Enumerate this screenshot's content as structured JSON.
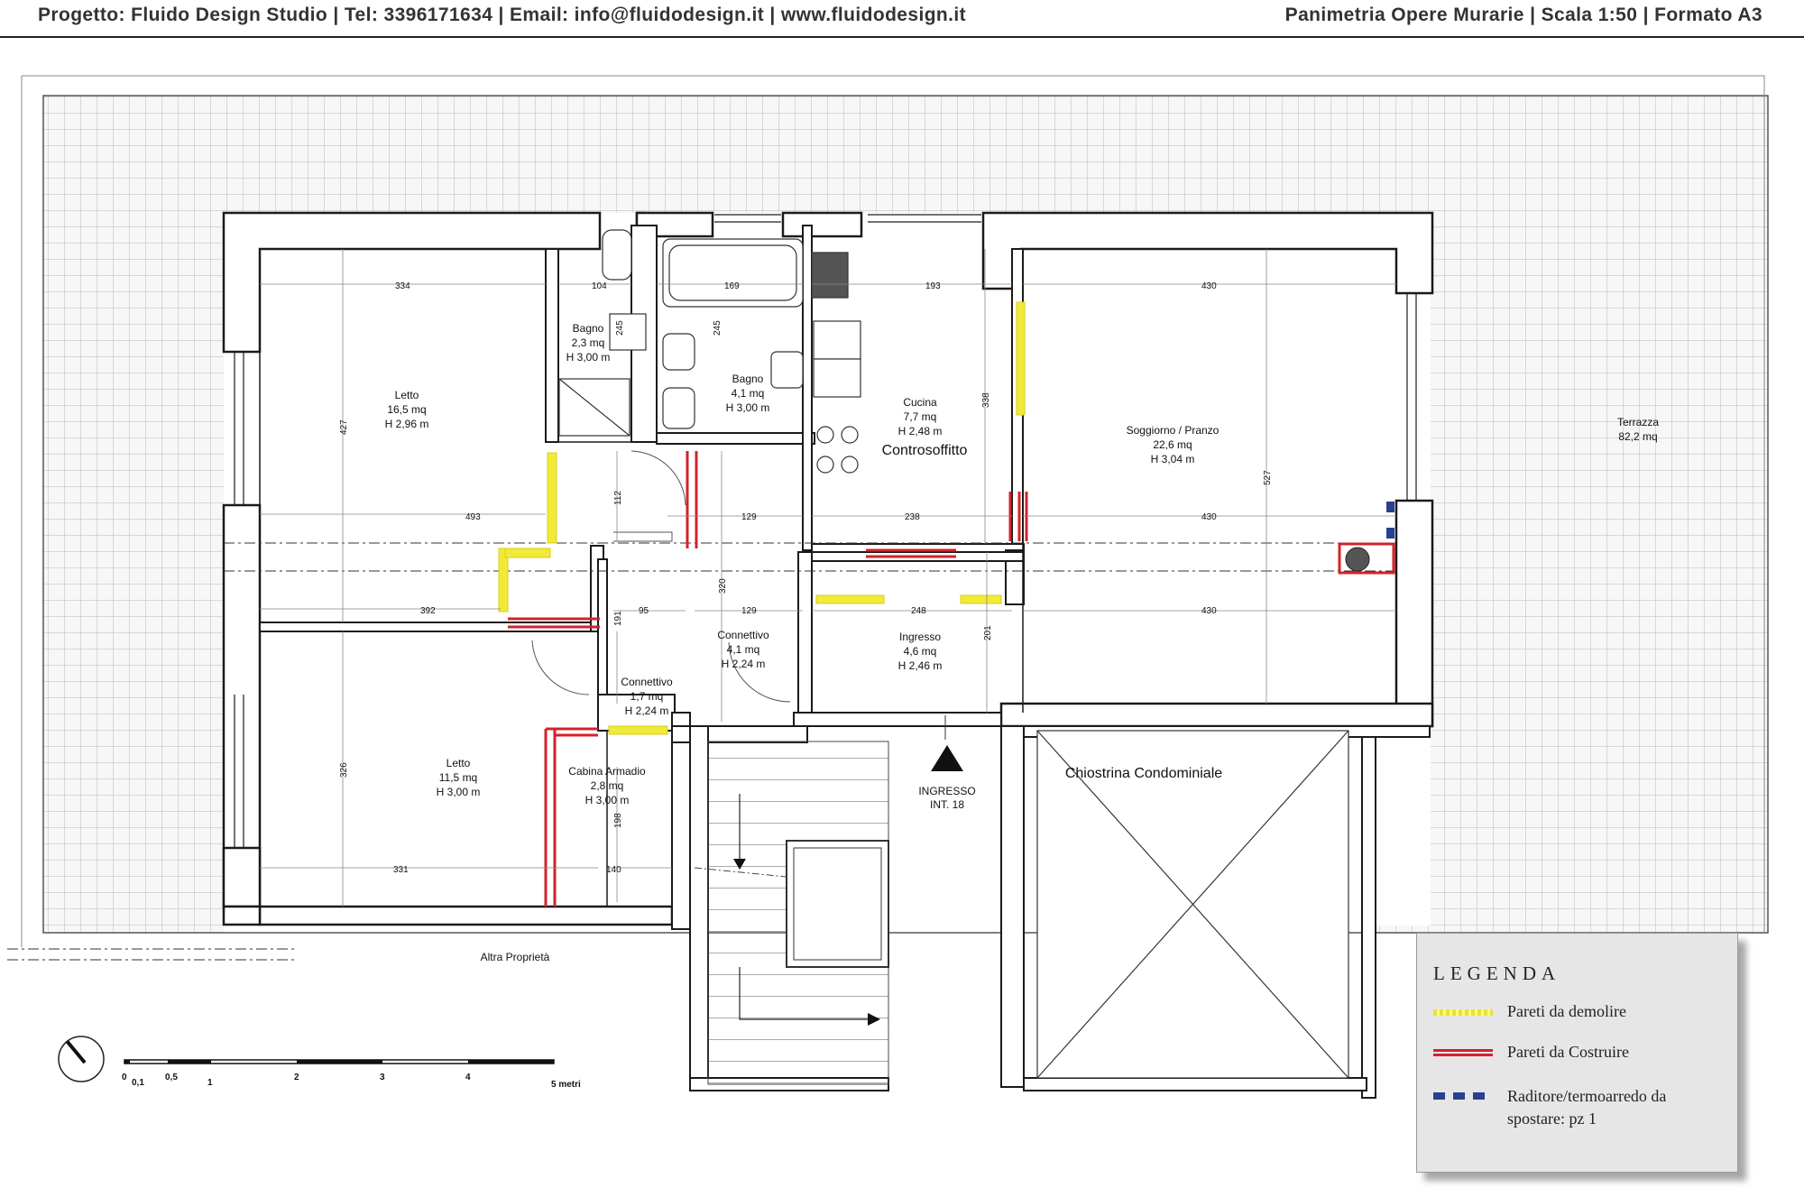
{
  "header": {
    "left": "Progetto: Fluido Design Studio | Tel: 3396171634 | Email: info@fluidodesign.it | www.fluidodesign.it",
    "right": "Panimetria Opere Murarie | Scala 1:50 | Formato A3"
  },
  "rooms": {
    "letto1": {
      "name": "Letto",
      "area": "16,5 mq",
      "height": "H 2,96 m"
    },
    "bagno1": {
      "name": "Bagno",
      "area": "2,3 mq",
      "height": "H 3,00 m"
    },
    "bagno2": {
      "name": "Bagno",
      "area": "4,1 mq",
      "height": "H 3,00 m"
    },
    "cucina": {
      "name": "Cucina",
      "area": "7,7 mq",
      "height": "H 2,48 m",
      "note": "Controsoffitto"
    },
    "soggiorno": {
      "name": "Soggiorno / Pranzo",
      "area": "22,6 mq",
      "height": "H 3,04 m"
    },
    "terrazza": {
      "name": "Terrazza",
      "area": "82,2 mq"
    },
    "connettivo1": {
      "name": "Connettivo",
      "area": "4,1 mq",
      "height": "H 2,24 m"
    },
    "ingresso": {
      "name": "Ingresso",
      "area": "4,6 mq",
      "height": "H 2,46 m"
    },
    "connettivo2": {
      "name": "Connettivo",
      "area": "1,7 mq",
      "height": "H 2,24 m"
    },
    "letto2": {
      "name": "Letto",
      "area": "11,5 mq",
      "height": "H 3,00 m"
    },
    "cabina": {
      "name": "Cabina Armadio",
      "area": "2,8 mq",
      "height": "H 3,00 m"
    }
  },
  "labels": {
    "chiostrina": "Chiostrina Condominiale",
    "ingresso_main": "INGRESSO",
    "ingresso_int": "INT. 18",
    "altra": "Altra Proprietà"
  },
  "dimensions": {
    "d334": "334",
    "d104": "104",
    "d169": "169",
    "d193": "193",
    "d430a": "430",
    "d427": "427",
    "d245a": "245",
    "d245b": "245",
    "d338": "338",
    "d527": "527",
    "d493": "493",
    "d129a": "129",
    "d238": "238",
    "d430b": "430",
    "d112": "112",
    "d392": "392",
    "d95": "95",
    "d129b": "129",
    "d248": "248",
    "d430c": "430",
    "d191": "191",
    "d320": "320",
    "d201": "201",
    "d326": "326",
    "d331": "331",
    "d140": "140",
    "d198": "198"
  },
  "scale_bar": {
    "ticks": [
      "0",
      "0,1",
      "0,5",
      "1",
      "2",
      "3",
      "4",
      "5 metri"
    ]
  },
  "legend": {
    "title": "LEGENDA",
    "demolire": "Pareti da demolire",
    "costruire": "Pareti da Costruire",
    "radiatore": "Raditore/termoarredo da spostare: pz 1"
  },
  "colors": {
    "demolish": "#e8e43a",
    "build": "#d3222a",
    "radiator": "#27408f",
    "wall": "#ffffff",
    "line": "#1a1a1a"
  }
}
